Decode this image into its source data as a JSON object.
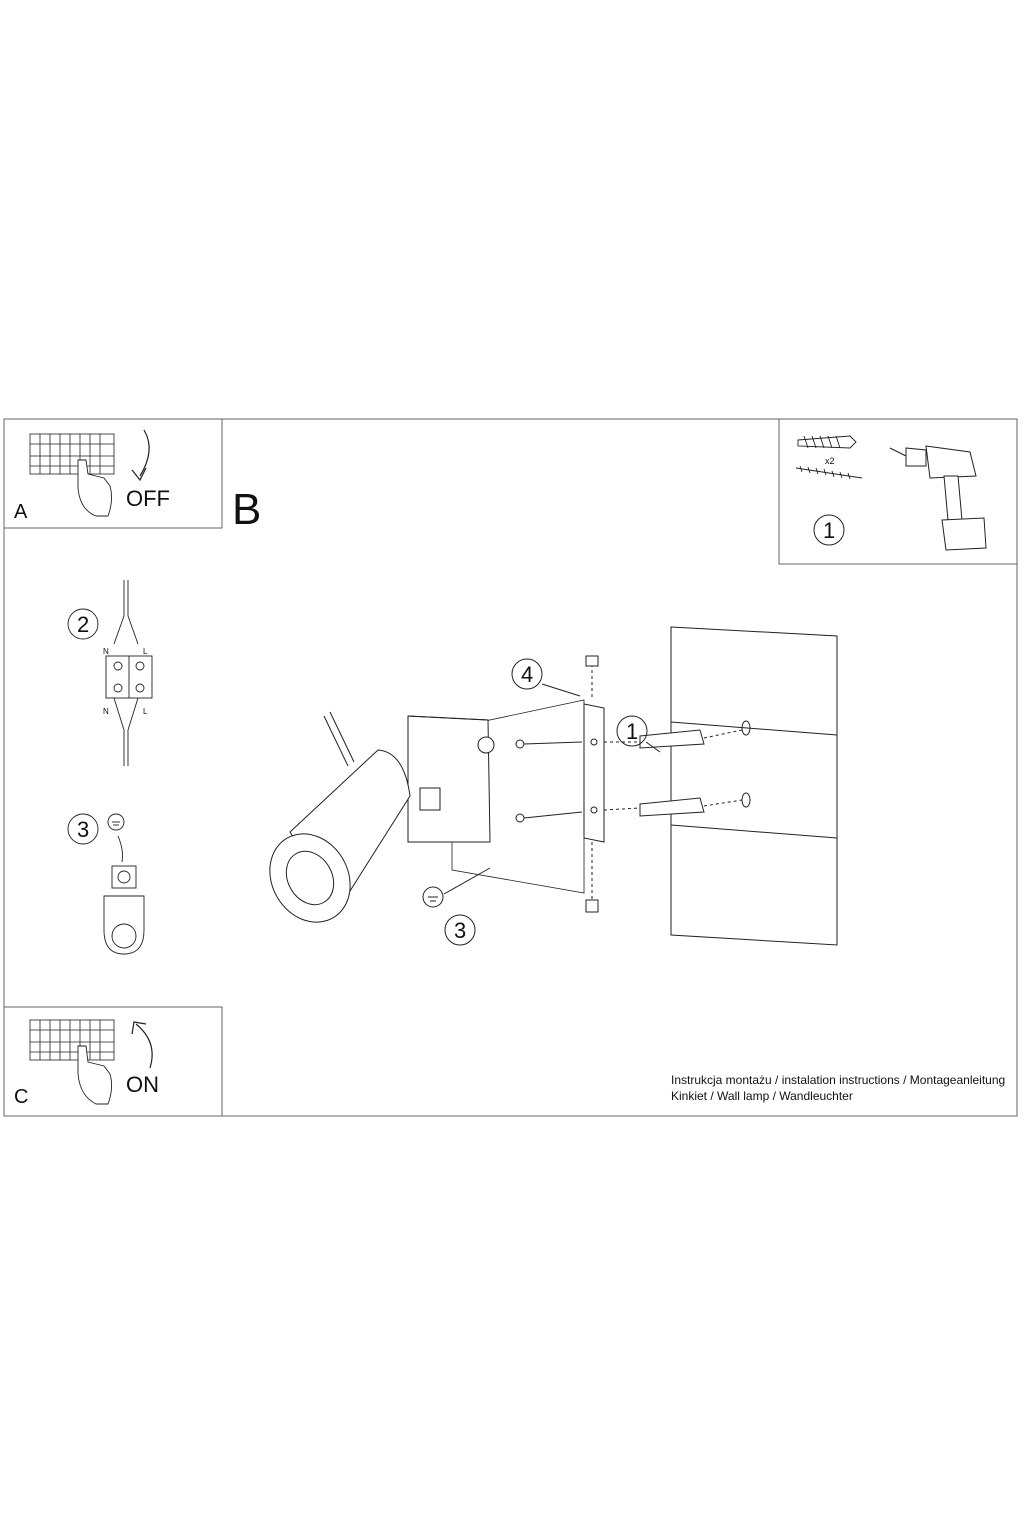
{
  "panels": {
    "A": {
      "letter": "A",
      "switch_label": "OFF"
    },
    "B": {
      "letter": "B"
    },
    "C": {
      "letter": "C",
      "switch_label": "ON"
    }
  },
  "steps": {
    "step1_top": "1",
    "step1_main": "1",
    "step2": "2",
    "step3_left": "3",
    "step3_main": "3",
    "step4": "4"
  },
  "kit": {
    "quantity": "x2"
  },
  "connector": {
    "n_top": "N",
    "l_top": "L",
    "n_bottom": "N",
    "l_bottom": "L"
  },
  "caption": {
    "line1": "Instrukcja montażu / instalation instructions / Montageanleitung",
    "line2": "Kinkiet / Wall lamp / Wandleuchter"
  }
}
